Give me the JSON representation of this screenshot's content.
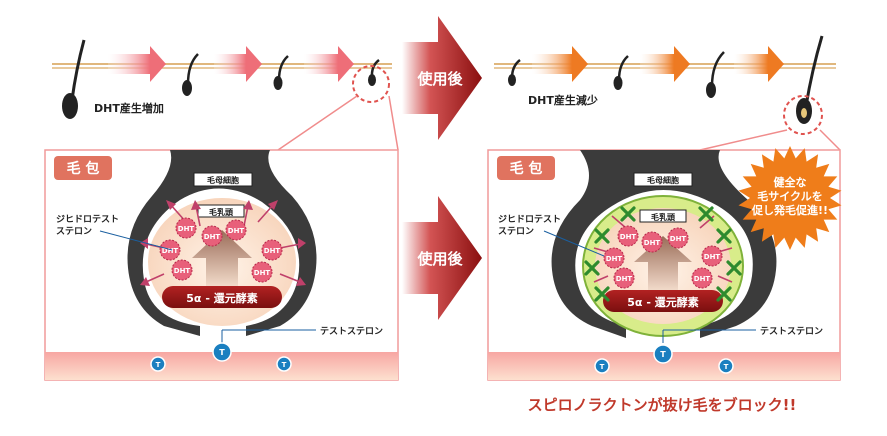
{
  "top_left": {
    "label": "DHT産生増加"
  },
  "top_right": {
    "label": "DHT産生減少"
  },
  "after_arrows": [
    "使用後",
    "使用後"
  ],
  "panel_left": {
    "tag": "毛 包",
    "hair_matrix": "毛母細胞",
    "papilla": "毛乳頭",
    "dht_label": [
      "ジヒドロテスト",
      "ステロン"
    ],
    "enzyme": "5α - 還元酵素",
    "testosterone": "テストステロン",
    "molecule_dht": "DHT",
    "molecule_t": "T"
  },
  "panel_right": {
    "tag": "毛 包",
    "hair_matrix": "毛母細胞",
    "papilla": "毛乳頭",
    "dht_label": [
      "ジヒドロテスト",
      "ステロン"
    ],
    "enzyme": "5α - 還元酵素",
    "testosterone": "テストステロン"
  },
  "burst": {
    "lines": [
      "健全な",
      "毛サイクルを",
      "促し発毛促進!!"
    ]
  },
  "caption": "スピロノラクトンが抜け毛をブロック!!",
  "colors": {
    "accent_red": "#c0392b",
    "tag_bg": "#e0735f",
    "follicle": "#3d3d3d",
    "burst": "#ef7d1a",
    "arrow_dark": "#a31616",
    "arrow_pink": "#f18a8a",
    "arrow_orange": "#f0882e",
    "dht_pink": "#e8607a",
    "block_green": "#2e8b2e",
    "t_blue": "#1a7fc0"
  }
}
